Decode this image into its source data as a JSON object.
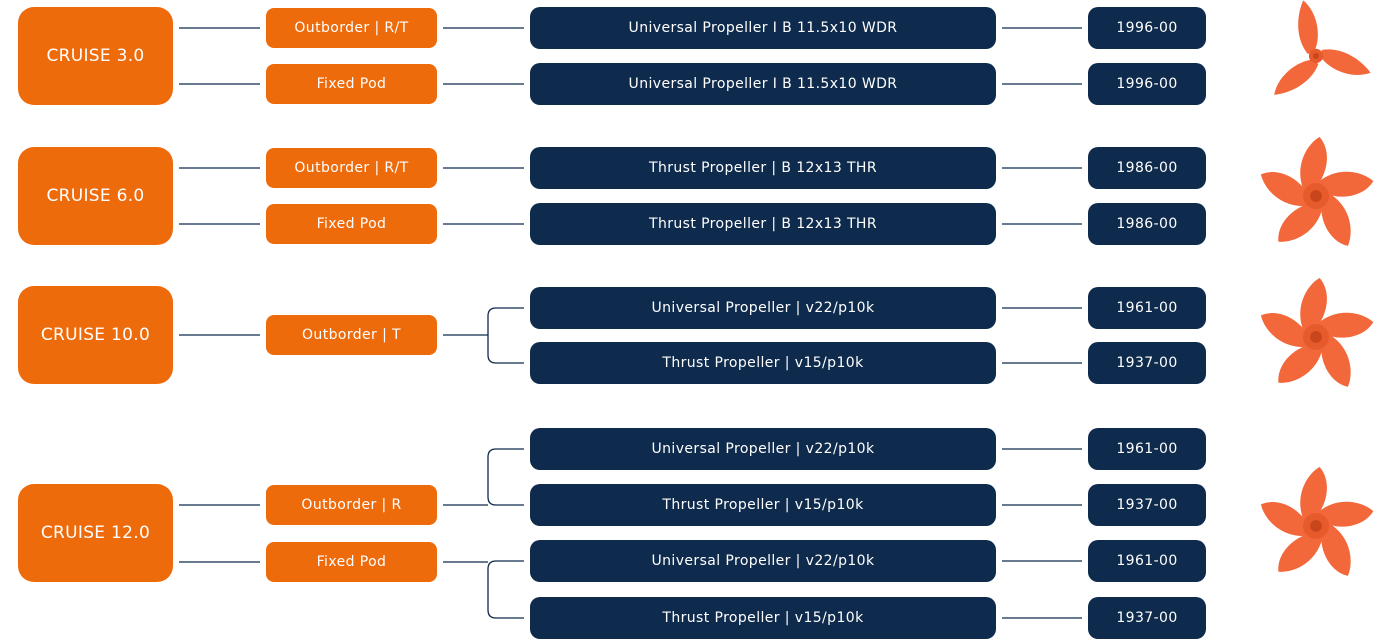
{
  "colors": {
    "orange": "#ee6b0c",
    "navy": "#0e2a4c",
    "line": "#0e2a4c",
    "propeller": "#f3683a"
  },
  "groups": [
    {
      "model": "CRUISE 3.0",
      "propeller_image": "three-blade-propeller-icon",
      "mounts": [
        {
          "label": "Outborder | R/T",
          "options": [
            {
              "propeller": "Universal Propeller I B 11.5x10 WDR",
              "part": "1996-00"
            }
          ]
        },
        {
          "label": "Fixed Pod",
          "options": [
            {
              "propeller": "Universal Propeller I B 11.5x10 WDR",
              "part": "1996-00"
            }
          ]
        }
      ]
    },
    {
      "model": "CRUISE 6.0",
      "propeller_image": "five-blade-propeller-icon",
      "mounts": [
        {
          "label": "Outborder | R/T",
          "options": [
            {
              "propeller": "Thrust Propeller | B 12x13 THR",
              "part": "1986-00"
            }
          ]
        },
        {
          "label": "Fixed Pod",
          "options": [
            {
              "propeller": "Thrust Propeller | B 12x13 THR",
              "part": "1986-00"
            }
          ]
        }
      ]
    },
    {
      "model": "CRUISE 10.0",
      "propeller_image": "five-blade-propeller-icon",
      "mounts": [
        {
          "label": "Outborder | T",
          "options": [
            {
              "propeller": "Universal Propeller | v22/p10k",
              "part": "1961-00"
            },
            {
              "propeller": "Thrust Propeller | v15/p10k",
              "part": "1937-00"
            }
          ]
        }
      ]
    },
    {
      "model": "CRUISE 12.0",
      "propeller_image": "five-blade-propeller-icon",
      "mounts": [
        {
          "label": "Outborder | R",
          "options": [
            {
              "propeller": "Universal Propeller | v22/p10k",
              "part": "1961-00"
            },
            {
              "propeller": "Thrust Propeller | v15/p10k",
              "part": "1937-00"
            }
          ]
        },
        {
          "label": "Fixed Pod",
          "options": [
            {
              "propeller": "Universal Propeller | v22/p10k",
              "part": "1961-00"
            },
            {
              "propeller": "Thrust Propeller | v15/p10k",
              "part": "1937-00"
            }
          ]
        }
      ]
    }
  ]
}
